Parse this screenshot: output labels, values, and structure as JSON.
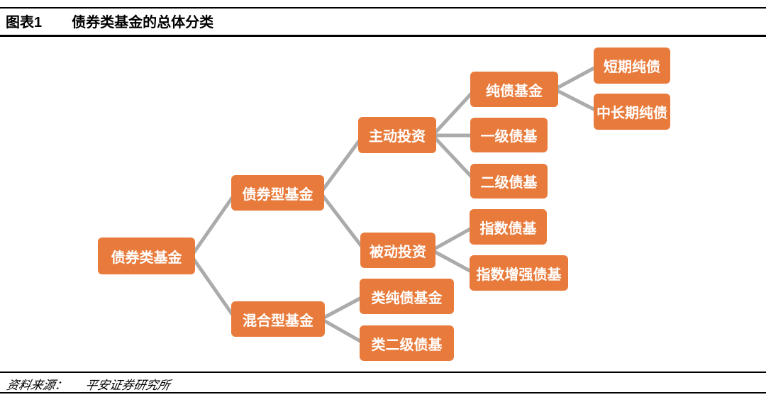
{
  "header": {
    "figure_label": "图表1",
    "title": "债券类基金的总体分类"
  },
  "footer": {
    "source_label": "资料来源：",
    "source_text": "平安证券研究所"
  },
  "colors": {
    "node_fill": "#E87B3C",
    "node_text": "#FFFFFF",
    "connector": "#ABABAB",
    "rule": "#000000"
  },
  "tree": {
    "label": "债券类基金",
    "children": [
      {
        "label": "债券型基金",
        "children": [
          {
            "label": "主动投资",
            "children": [
              {
                "label": "纯债基金",
                "children": [
                  {
                    "label": "短期纯债"
                  },
                  {
                    "label": "中长期纯债"
                  }
                ]
              },
              {
                "label": "一级债基"
              },
              {
                "label": "二级债基"
              }
            ]
          },
          {
            "label": "被动投资",
            "children": [
              {
                "label": "指数债基"
              },
              {
                "label": "指数增强债基"
              }
            ]
          }
        ]
      },
      {
        "label": "混合型基金",
        "children": [
          {
            "label": "类纯债基金"
          },
          {
            "label": "类二级债基"
          }
        ]
      }
    ]
  }
}
